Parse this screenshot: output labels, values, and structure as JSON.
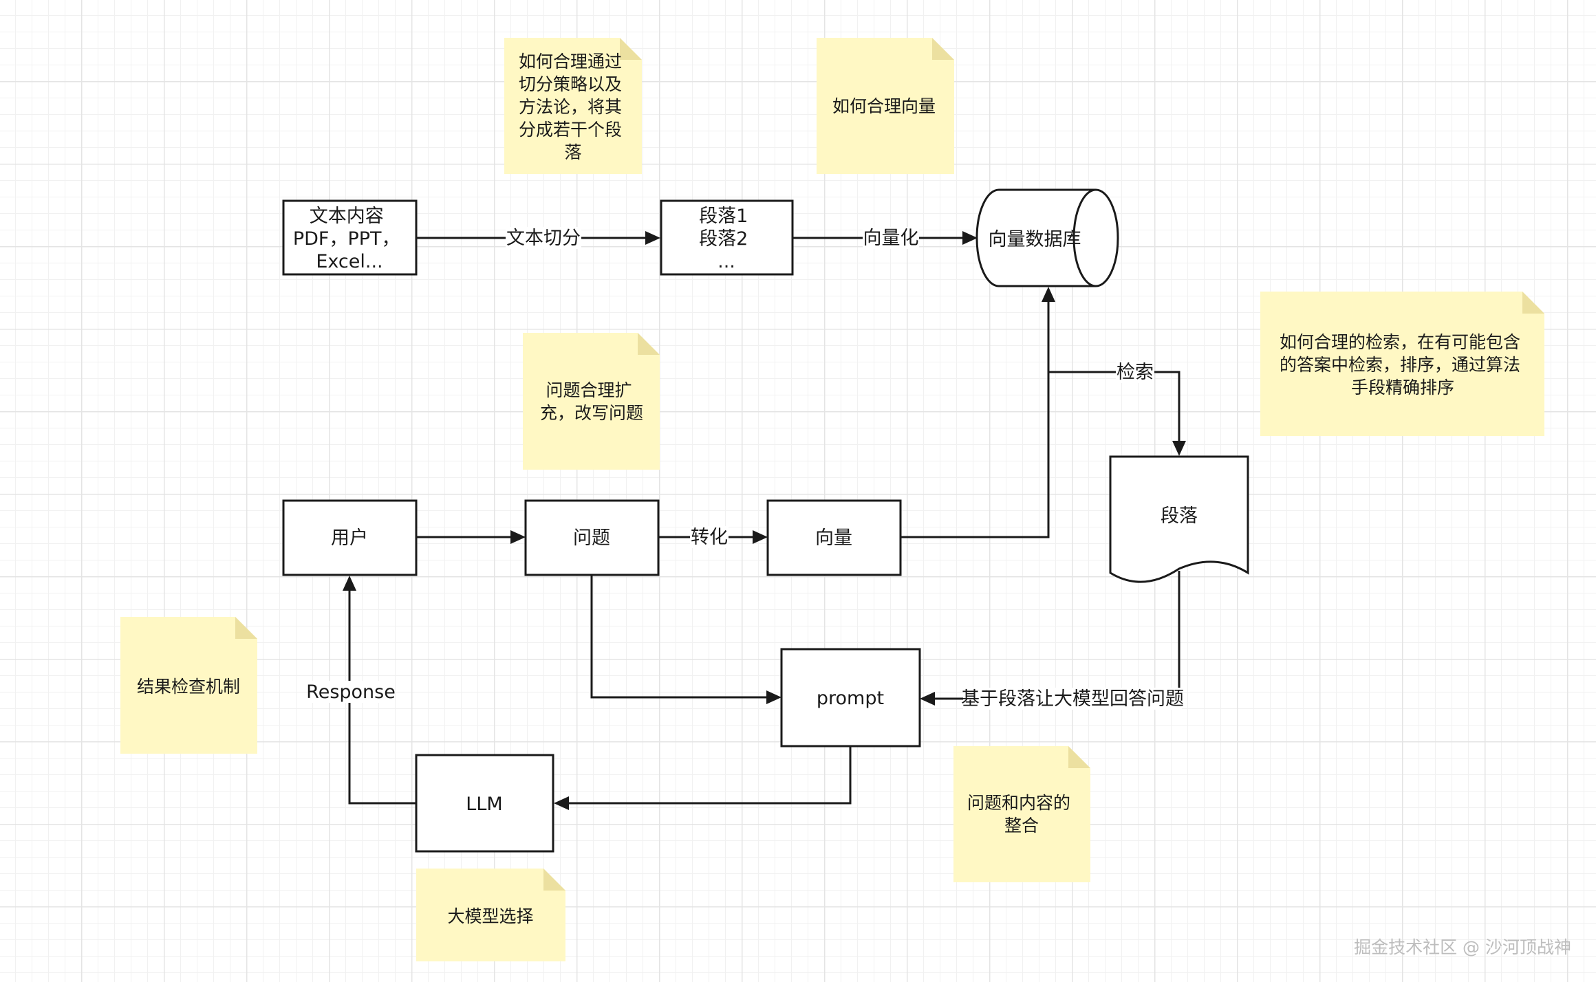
{
  "nodes": {
    "text_content": [
      "文本内容",
      "PDF，PPT，",
      "Excel..."
    ],
    "paragraphs": [
      "段落1",
      "段落2",
      "..."
    ],
    "vector_db": "向量数据库",
    "user": "用户",
    "question": "问题",
    "vector": "向量",
    "paragraph_doc": "段落",
    "prompt": "prompt",
    "llm": "LLM"
  },
  "edges": {
    "text_split": "文本切分",
    "vectorize": "向量化",
    "retrieve": "检索",
    "convert": "转化",
    "answer_by_paragraph": "基于段落让大模型回答问题",
    "response": "Response"
  },
  "notes": {
    "split_strategy": [
      "如何合理通过",
      "切分策略以及",
      "方法论，将其",
      "分成若干个段",
      "落"
    ],
    "vector_how": [
      "如何合理向量"
    ],
    "retrieval_how": [
      "如何合理的检索，在有可能包含",
      "的答案中检索，排序，通过算法",
      "手段精确排序"
    ],
    "question_expand": [
      "问题合理扩",
      "充，改写问题"
    ],
    "result_check": [
      "结果检查机制"
    ],
    "integration": [
      "问题和内容的",
      "整合"
    ],
    "model_choice": [
      "大模型选择"
    ]
  },
  "watermark": "掘金技术社区 @ 沙河顶战神",
  "colors": {
    "note_fill": "#fff8c4",
    "note_fold": "#ece0a0",
    "stroke": "#1a1a1a",
    "watermark": "#bdbdbd"
  }
}
